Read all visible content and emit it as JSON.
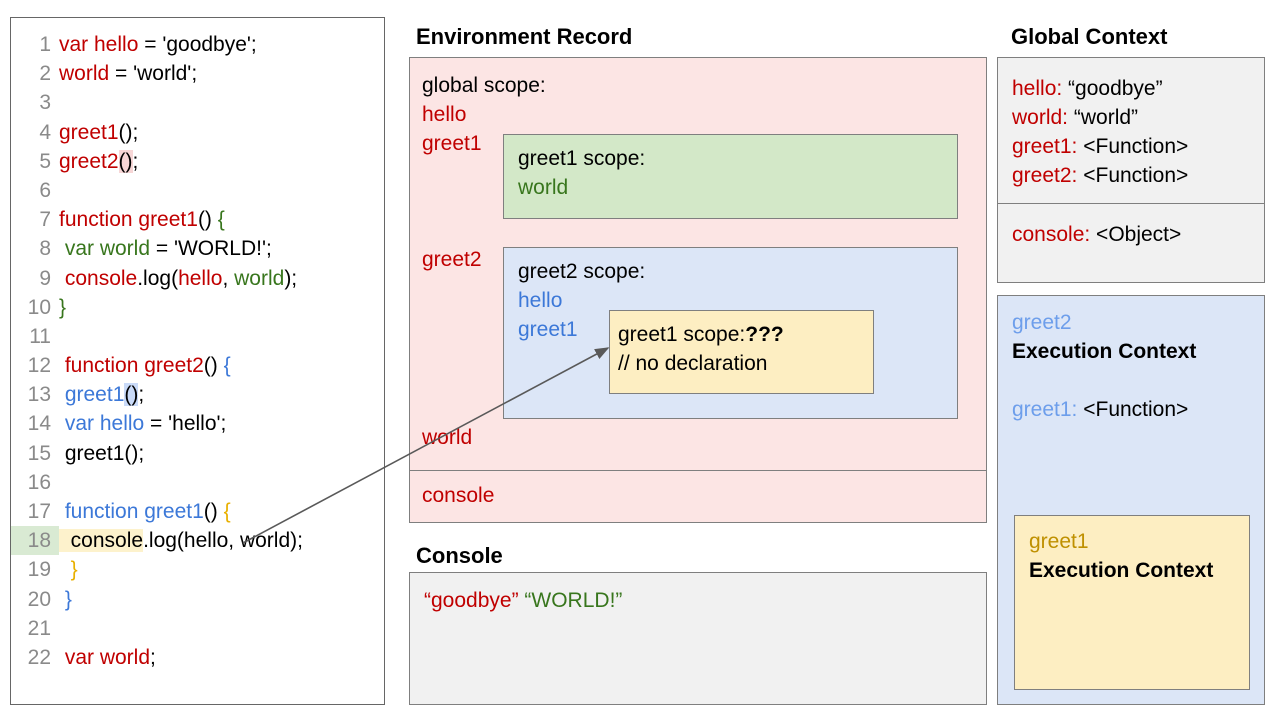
{
  "code_panel": {
    "name": "javascript-source-code",
    "lines": [
      {
        "num": "1",
        "tokens": [
          {
            "t": "var hello",
            "c": "red"
          },
          {
            "t": " = 'goodbye';",
            "c": "black"
          }
        ]
      },
      {
        "num": "2",
        "tokens": [
          {
            "t": "world",
            "c": "red"
          },
          {
            "t": " = 'world';",
            "c": "black"
          }
        ]
      },
      {
        "num": "3",
        "tokens": []
      },
      {
        "num": "4",
        "tokens": [
          {
            "t": "greet1",
            "c": "red"
          },
          {
            "t": "()",
            "c": "black"
          },
          {
            "t": ";",
            "c": "black"
          }
        ]
      },
      {
        "num": "5",
        "tokens": [
          {
            "t": "greet2",
            "c": "red"
          },
          {
            "t": "()",
            "c": "black",
            "hl": "red"
          },
          {
            "t": ";",
            "c": "black"
          }
        ]
      },
      {
        "num": "6",
        "tokens": []
      },
      {
        "num": "7",
        "tokens": [
          {
            "t": "function greet1",
            "c": "red"
          },
          {
            "t": "() ",
            "c": "black"
          },
          {
            "t": "{",
            "c": "green"
          }
        ]
      },
      {
        "num": "8",
        "tokens": [
          {
            "t": " var world",
            "c": "green"
          },
          {
            "t": " = 'WORLD!';",
            "c": "black"
          }
        ]
      },
      {
        "num": "9",
        "tokens": [
          {
            "t": " console",
            "c": "red"
          },
          {
            "t": ".log(",
            "c": "black"
          },
          {
            "t": "hello",
            "c": "red"
          },
          {
            "t": ", ",
            "c": "black"
          },
          {
            "t": "world",
            "c": "green"
          },
          {
            "t": ");",
            "c": "black"
          }
        ]
      },
      {
        "num": "10",
        "tokens": [
          {
            "t": "}",
            "c": "green"
          }
        ]
      },
      {
        "num": "11",
        "tokens": []
      },
      {
        "num": "12",
        "tokens": [
          {
            "t": " function greet2",
            "c": "red"
          },
          {
            "t": "() ",
            "c": "black"
          },
          {
            "t": "{",
            "c": "blue"
          }
        ]
      },
      {
        "num": "13",
        "tokens": [
          {
            "t": " greet1",
            "c": "blue"
          },
          {
            "t": "()",
            "c": "black",
            "hl": "blue"
          },
          {
            "t": ";",
            "c": "black"
          }
        ]
      },
      {
        "num": "14",
        "tokens": [
          {
            "t": " var hello",
            "c": "blue"
          },
          {
            "t": " = 'hello';",
            "c": "black"
          }
        ]
      },
      {
        "num": "15",
        "tokens": [
          {
            "t": " greet1();",
            "c": "black"
          }
        ]
      },
      {
        "num": "16",
        "tokens": []
      },
      {
        "num": "17",
        "tokens": [
          {
            "t": " function greet1",
            "c": "blue"
          },
          {
            "t": "() ",
            "c": "black"
          },
          {
            "t": "{",
            "c": "gold"
          }
        ]
      },
      {
        "num": "18",
        "lnhl": "green",
        "tokens": [
          {
            "t": "  console",
            "c": "black",
            "hl": "cream"
          },
          {
            "t": ".log(hello, world);",
            "c": "black"
          }
        ]
      },
      {
        "num": "19",
        "tokens": [
          {
            "t": "  }",
            "c": "gold"
          }
        ]
      },
      {
        "num": "20",
        "tokens": [
          {
            "t": " }",
            "c": "blue"
          }
        ]
      },
      {
        "num": "21",
        "tokens": []
      },
      {
        "num": "22",
        "tokens": [
          {
            "t": " var world",
            "c": "red"
          },
          {
            "t": ";",
            "c": "black"
          }
        ]
      }
    ]
  },
  "environment_record": {
    "title": "Environment Record",
    "global_scope_label": "global scope:",
    "global_vars": {
      "hello": "hello",
      "greet1": "greet1",
      "greet2": "greet2",
      "world": "world"
    },
    "builtin_var": "console",
    "greet1_scope": {
      "title": "greet1 scope:",
      "vars": [
        "world"
      ]
    },
    "greet2_scope": {
      "title": "greet2 scope:",
      "vars": [
        "hello",
        "greet1"
      ],
      "inner_greet1_scope": {
        "label": "greet1 scope:",
        "value": "???",
        "comment": "// no declaration"
      }
    }
  },
  "console": {
    "title": "Console",
    "output_1": "“goodbye”",
    "output_2": "“WORLD!”"
  },
  "global_context": {
    "title": "Global Context",
    "vars": [
      {
        "key": "hello:",
        "value": " “goodbye”"
      },
      {
        "key": "world:",
        "value": " “world”"
      },
      {
        "key": "greet1:",
        "value": " <Function>"
      },
      {
        "key": "greet2:",
        "value": " <Function>"
      }
    ],
    "builtins": [
      {
        "key": "console:",
        "value": " <Object>"
      }
    ]
  },
  "greet2_execution_context": {
    "name": "greet2",
    "title": "Execution Context",
    "var_key": "greet1:",
    "var_value": " <Function>"
  },
  "greet1_execution_context": {
    "name": "greet1",
    "title": "Execution Context"
  },
  "colors": {
    "red_text": "#c00000",
    "green_text": "#38761d",
    "blue_text": "#3c78d8",
    "gold_text": "#bf9000",
    "env_panel_bg": "#fce5e4",
    "greet1_scope_bg": "#d3e8c8",
    "greet2_scope_bg": "#dce6f7",
    "inner_scope_bg": "#fdeec2",
    "console_bg": "#f1f1f1",
    "global_bg": "#f1f1f1",
    "border": "#7f7f7f",
    "line18_number_hl": "#d9ead3",
    "line18_console_hl": "#fdf2cc"
  }
}
